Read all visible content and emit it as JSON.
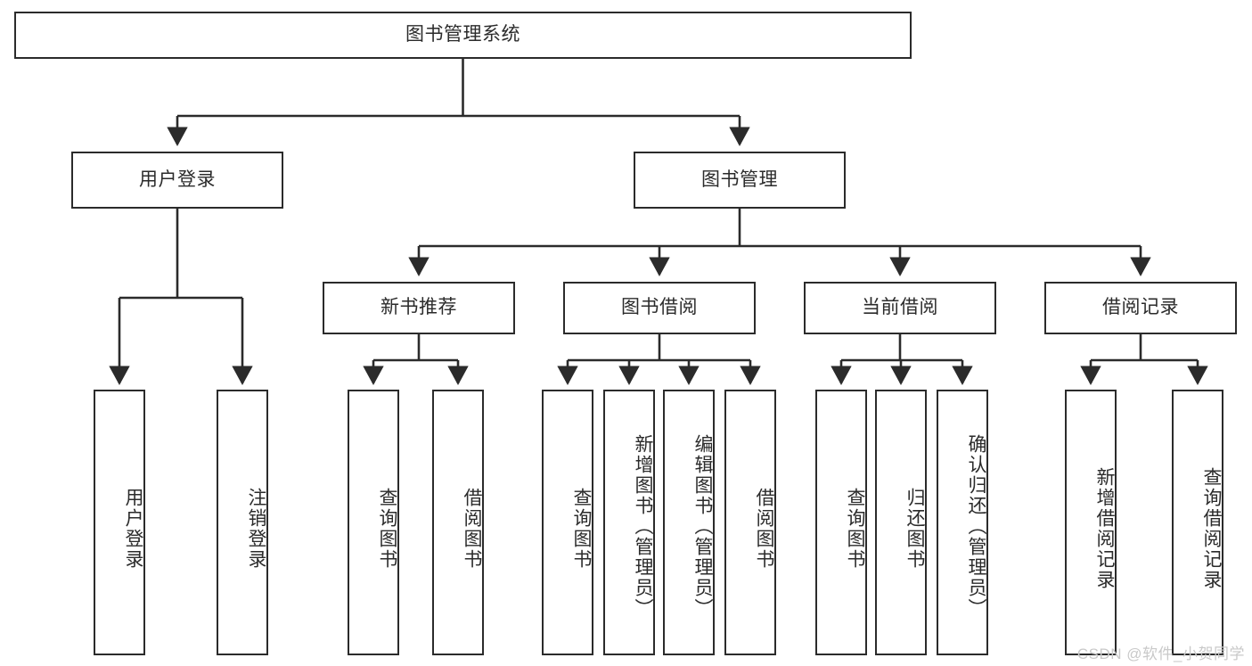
{
  "diagram": {
    "type": "tree-flowchart",
    "title": "图书管理系统",
    "root": {
      "label": "图书管理系统"
    },
    "level2": [
      {
        "label": "用户登录"
      },
      {
        "label": "图书管理"
      }
    ],
    "level3": [
      {
        "label": "新书推荐"
      },
      {
        "label": "图书借阅"
      },
      {
        "label": "当前借阅"
      },
      {
        "label": "借阅记录"
      }
    ],
    "leaves": {
      "user_login": [
        {
          "label": "用户登录"
        },
        {
          "label": "注销登录"
        }
      ],
      "new_book_recommend": [
        {
          "label": "查询图书"
        },
        {
          "label": "借阅图书"
        }
      ],
      "book_borrow": [
        {
          "label": "查询图书"
        },
        {
          "label": "新增图书（管理员）"
        },
        {
          "label": "编辑图书（管理员）"
        },
        {
          "label": "借阅图书"
        }
      ],
      "current_borrow": [
        {
          "label": "查询图书"
        },
        {
          "label": "归还图书"
        },
        {
          "label": "确认归还（管理员）"
        }
      ],
      "borrow_record": [
        {
          "label": "新增借阅记录"
        },
        {
          "label": "查询借阅记录"
        }
      ]
    }
  },
  "watermark": {
    "text": "CSDN @软件_小贺同学"
  },
  "colors": {
    "stroke": "#2b2b2b",
    "background": "#ffffff",
    "text": "#2b2b2b",
    "watermark": "#c9c9c9"
  }
}
